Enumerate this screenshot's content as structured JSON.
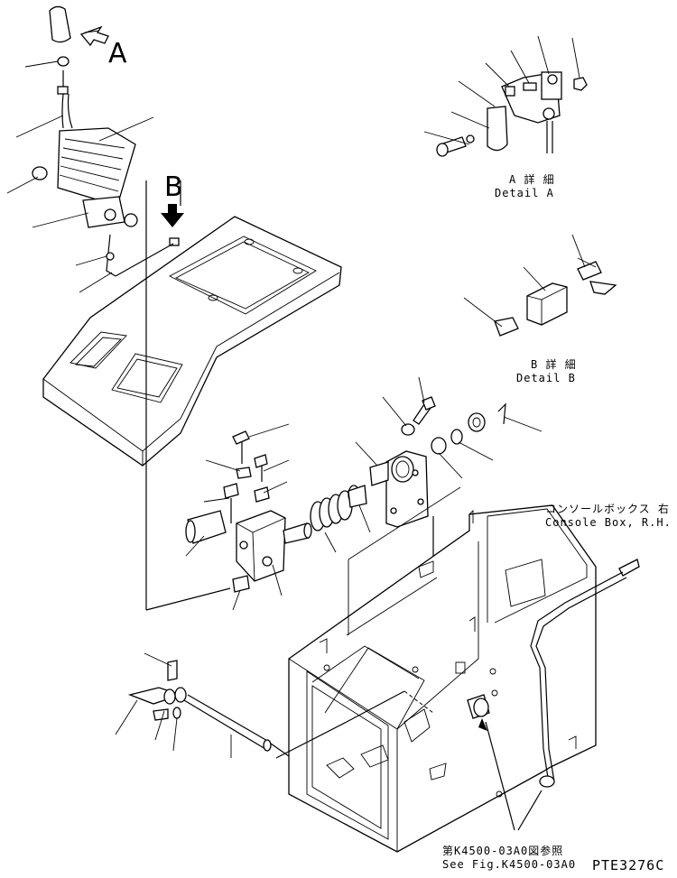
{
  "view_labels": {
    "a": "A",
    "b": "B"
  },
  "details": {
    "a_jp": "A 詳 細",
    "a_en": "Detail A",
    "b_jp": "B 詳 細",
    "b_en": "Detail B"
  },
  "console_box": {
    "jp": "コンソールボックス 右",
    "en": "Console Box, R.H."
  },
  "see_fig": {
    "jp": "第K4500-03A0図参照",
    "en": "See Fig.K4500-03A0"
  },
  "figure_code": "PTE3276C"
}
